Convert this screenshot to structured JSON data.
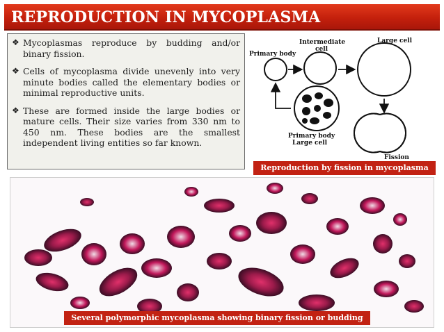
{
  "header": {
    "title": "REPRODUCTION  IN  MYCOPLASMA"
  },
  "bullets": [
    "Mycoplasmas reproduce by budding and/or binary fission.",
    "Cells of mycoplasma divide unevenly into very minute bodies called the elementary bodies or minimal reproductive units.",
    "These are formed inside the large bodies or mature cells. Their size varies from 330 nm to 450 nm. These bodies are the smallest independent living entities so far known."
  ],
  "diagram": {
    "labels": {
      "primary_body": "Primary body",
      "intermediate_line1": "Intermediate",
      "intermediate_line2": "cell",
      "large_cell": "Large cell",
      "primary_body_large_line1": "Primary body",
      "primary_body_large_line2": "Large cell",
      "fission": "Fission"
    },
    "caption": "Reproduction by fission in mycoplasma"
  },
  "micrograph": {
    "caption": "Several polymorphic mycoplasma showing binary fission or budding"
  },
  "colors": {
    "title_bar": "#c4200c",
    "caption_bg": "#c22213",
    "text_box_bg": "#f1f1ec",
    "stain_magenta": "#c2185b",
    "stain_dark": "#3a0d24"
  }
}
